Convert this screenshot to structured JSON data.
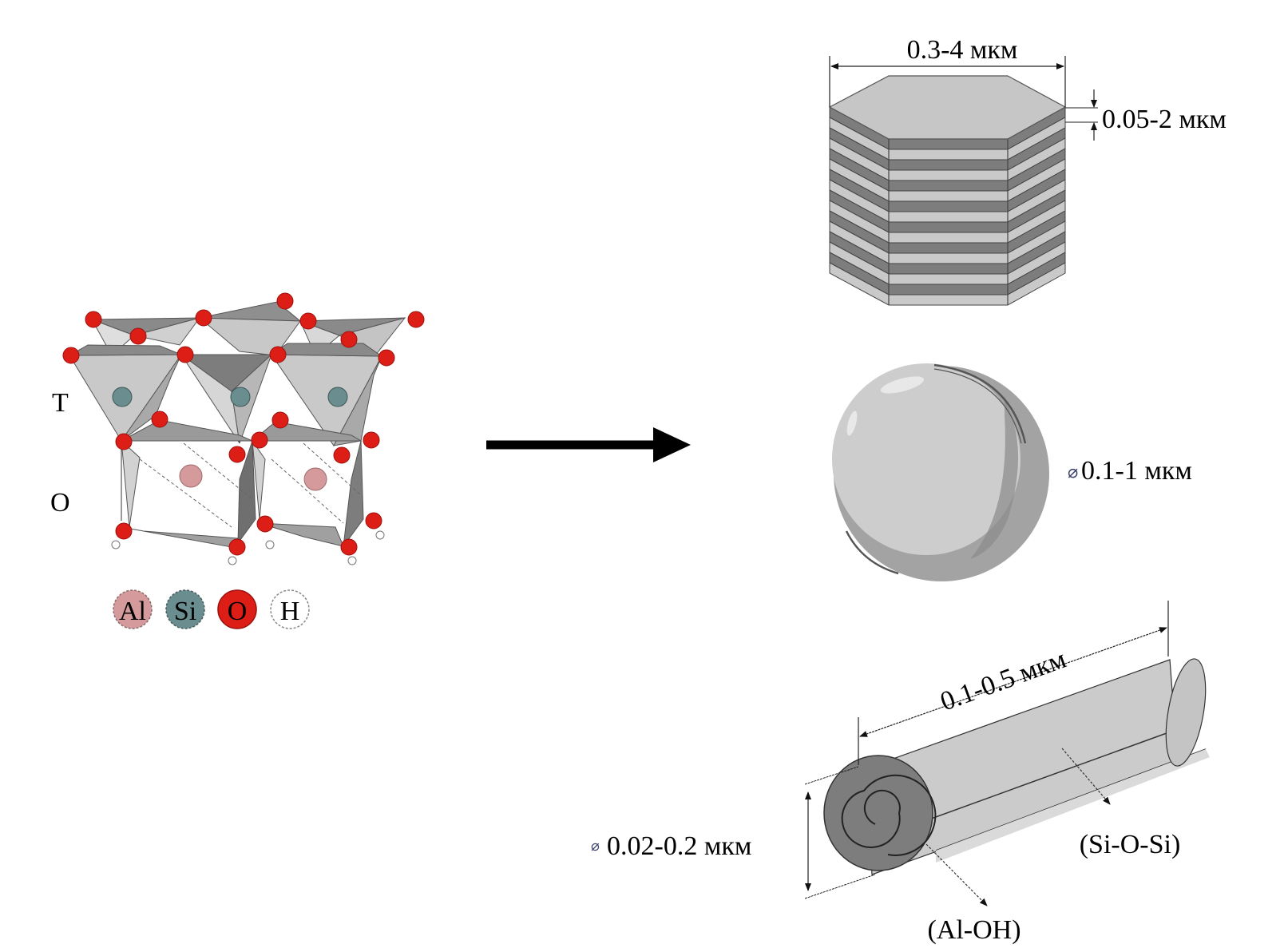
{
  "structure": {
    "layer_labels": {
      "tetrahedral": "T",
      "octahedral": "O"
    },
    "legend": [
      {
        "symbol": "Al",
        "color": "#d49a9c"
      },
      {
        "symbol": "Si",
        "color": "#6a8e90"
      },
      {
        "symbol": "O",
        "color": "#dd1e16"
      },
      {
        "symbol": "H",
        "color": "#ffffff"
      }
    ]
  },
  "morphologies": {
    "platelet": {
      "width_label": "0.3-4 мкм",
      "thickness_label": "0.05-2 мкм"
    },
    "sphere": {
      "diameter_symbol": "⌀",
      "diameter_label": "0.1-1 мкм"
    },
    "tube": {
      "length_label": "0.1-0.5 мкм",
      "diameter_symbol": "⌀",
      "diameter_label": "0.02-0.2 мкм",
      "outer_surface_label": "(Si-O-Si)",
      "inner_surface_label": "(Al-OH)"
    }
  },
  "colors": {
    "light_gray": "#c9c9c9",
    "dark_gray": "#7d7d7d",
    "oxygen_red": "#dd1e16",
    "aluminum_pink": "#d49a9c",
    "silicon_teal": "#6a8e90"
  }
}
